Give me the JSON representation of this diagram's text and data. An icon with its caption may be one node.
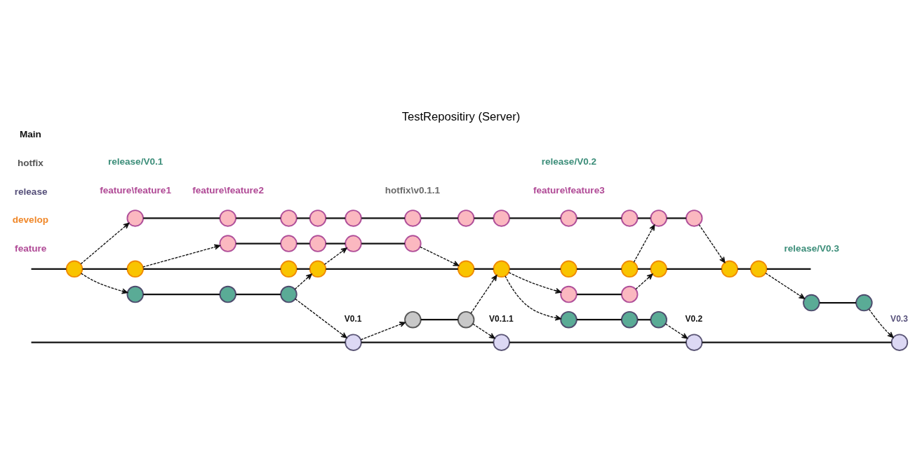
{
  "diagram": {
    "title": "TestRepositiry (Server)",
    "nodes": [
      {
        "text": [],
        "shape": "circle",
        "beside": [
          "V0.1"
        ]
      },
      {
        "text": [],
        "shape": "circle",
        "beside": [
          "V0.1.1"
        ]
      },
      {
        "text": [],
        "shape": "circle",
        "beside": [
          "V0.2"
        ]
      },
      {
        "text": [],
        "shape": "circle",
        "beside": [
          "V0.3"
        ]
      },
      {
        "text": [],
        "shape": "circle"
      },
      {
        "text": [],
        "shape": "circle"
      },
      {
        "text": [],
        "shape": "circle"
      },
      {
        "text": [],
        "shape": "circle"
      },
      {
        "text": [],
        "shape": "circle"
      },
      {
        "text": [],
        "shape": "circle"
      },
      {
        "text": [],
        "shape": "circle"
      },
      {
        "text": [],
        "shape": "circle"
      },
      {
        "text": [],
        "shape": "circle"
      },
      {
        "text": [],
        "shape": "circle"
      },
      {
        "text": [],
        "shape": "circle"
      },
      {
        "text": [],
        "shape": "circle"
      },
      {
        "text": [],
        "shape": "circle"
      },
      {
        "text": [],
        "shape": "circle"
      },
      {
        "text": [],
        "shape": "circle"
      },
      {
        "text": [],
        "shape": "circle"
      },
      {
        "text": [],
        "shape": "circle"
      },
      {
        "text": [],
        "shape": "circle"
      },
      {
        "text": [],
        "shape": "circle"
      },
      {
        "text": [],
        "shape": "circle"
      },
      {
        "text": [],
        "shape": "circle"
      },
      {
        "text": [],
        "shape": "circle"
      },
      {
        "text": [],
        "shape": "circle"
      },
      {
        "text": [],
        "shape": "circle"
      },
      {
        "text": [],
        "shape": "circle"
      },
      {
        "text": [],
        "shape": "circle"
      },
      {
        "text": [],
        "shape": "circle"
      },
      {
        "text": [],
        "shape": "circle"
      },
      {
        "text": [],
        "shape": "circle"
      },
      {
        "text": [],
        "shape": "circle"
      },
      {
        "text": [],
        "shape": "circle"
      },
      {
        "text": [],
        "shape": "circle"
      },
      {
        "text": [],
        "shape": "circle"
      },
      {
        "text": [],
        "shape": "circle"
      },
      {
        "text": [],
        "shape": "circle"
      },
      {
        "text": [],
        "shape": "circle"
      },
      {
        "text": [],
        "shape": "circle"
      },
      {
        "text": [],
        "shape": "circle"
      },
      {
        "text": [],
        "shape": "circle"
      },
      {
        "text": [],
        "shape": "circle"
      }
    ],
    "edges": [
      {
        "from": null,
        "to": 0,
        "arrow": "none"
      },
      {
        "from": 0,
        "to": 1,
        "arrow": "none"
      },
      {
        "from": 1,
        "to": 2,
        "arrow": "none"
      },
      {
        "from": 2,
        "to": 3,
        "arrow": "none"
      },
      {
        "from": 4,
        "to": 5,
        "arrow": "none"
      },
      {
        "from": 6,
        "to": 7,
        "arrow": "none"
      },
      {
        "from": 7,
        "to": 8,
        "arrow": "none"
      },
      {
        "from": 9,
        "to": 10,
        "arrow": "none"
      },
      {
        "from": 10,
        "to": 11,
        "arrow": "none"
      },
      {
        "from": 12,
        "to": 13,
        "arrow": "none"
      },
      {
        "from": null,
        "to": 14,
        "arrow": "none"
      },
      {
        "from": 14,
        "to": 15,
        "arrow": "none"
      },
      {
        "from": 15,
        "to": 16,
        "arrow": "none"
      },
      {
        "from": 16,
        "to": 17,
        "arrow": "none"
      },
      {
        "from": 17,
        "to": 18,
        "arrow": "none"
      },
      {
        "from": 18,
        "to": 19,
        "arrow": "none"
      },
      {
        "from": 19,
        "to": 20,
        "arrow": "none"
      },
      {
        "from": 20,
        "to": 21,
        "arrow": "none"
      },
      {
        "from": 21,
        "to": 22,
        "arrow": "none"
      },
      {
        "from": 22,
        "to": 23,
        "arrow": "none"
      },
      {
        "from": 23,
        "to": 24,
        "arrow": "none"
      },
      {
        "from": 24,
        "to": null,
        "arrow": "none"
      },
      {
        "from": 25,
        "to": 26,
        "arrow": "none"
      },
      {
        "from": 26,
        "to": 27,
        "arrow": "none"
      },
      {
        "from": 27,
        "to": 28,
        "arrow": "none"
      },
      {
        "from": 28,
        "to": 29,
        "arrow": "none"
      },
      {
        "from": 30,
        "to": 31,
        "arrow": "none"
      },
      {
        "from": 32,
        "to": 33,
        "arrow": "none"
      },
      {
        "from": 33,
        "to": 34,
        "arrow": "none"
      },
      {
        "from": 34,
        "to": 35,
        "arrow": "none"
      },
      {
        "from": 35,
        "to": 36,
        "arrow": "none"
      },
      {
        "from": 36,
        "to": 37,
        "arrow": "none"
      },
      {
        "from": 37,
        "to": 38,
        "arrow": "none"
      },
      {
        "from": 38,
        "to": 39,
        "arrow": "none"
      },
      {
        "from": 39,
        "to": 40,
        "arrow": "none"
      },
      {
        "from": 40,
        "to": 41,
        "arrow": "none"
      },
      {
        "from": 41,
        "to": 42,
        "arrow": "none"
      },
      {
        "from": 42,
        "to": 43,
        "arrow": "none"
      },
      {
        "from": 14,
        "to": 6,
        "arrow": "to",
        "style": "dashed"
      },
      {
        "from": 8,
        "to": 0,
        "arrow": "to",
        "style": "dashed"
      },
      {
        "from": 0,
        "to": 4,
        "arrow": "to",
        "style": "dashed"
      },
      {
        "from": 5,
        "to": 1,
        "arrow": "to",
        "style": "dashed"
      },
      {
        "from": 5,
        "to": 19,
        "arrow": "to",
        "style": "dashed"
      },
      {
        "from": 8,
        "to": 17,
        "arrow": "to",
        "style": "dashed"
      },
      {
        "from": 14,
        "to": 32,
        "arrow": "to",
        "style": "dashed"
      },
      {
        "from": 15,
        "to": 25,
        "arrow": "to",
        "style": "dashed"
      },
      {
        "from": 17,
        "to": 28,
        "arrow": "to",
        "style": "dashed"
      },
      {
        "from": 29,
        "to": 18,
        "arrow": "to",
        "style": "dashed"
      },
      {
        "from": 19,
        "to": 9,
        "arrow": "to",
        "style": "dashed"
      },
      {
        "from": 11,
        "to": 2,
        "arrow": "to",
        "style": "dashed"
      },
      {
        "from": 19,
        "to": 30,
        "arrow": "to",
        "style": "dashed"
      },
      {
        "from": 31,
        "to": 22,
        "arrow": "to",
        "style": "dashed"
      },
      {
        "from": 21,
        "to": 42,
        "arrow": "to",
        "style": "dashed"
      },
      {
        "from": 43,
        "to": 23,
        "arrow": "to",
        "style": "dashed"
      },
      {
        "from": 24,
        "to": 12,
        "arrow": "to",
        "style": "dashed"
      },
      {
        "from": 13,
        "to": 3,
        "arrow": "to",
        "style": "dashed"
      }
    ],
    "labels": [
      "Main",
      "hotfix",
      "release/V0.1",
      "release/V0.2",
      "release/V0.3",
      "release",
      "hotfix\\v0.1.1",
      "develop",
      "feature\\feature2",
      "feature\\feature3",
      "feature",
      "feature\\feature1"
    ]
  }
}
